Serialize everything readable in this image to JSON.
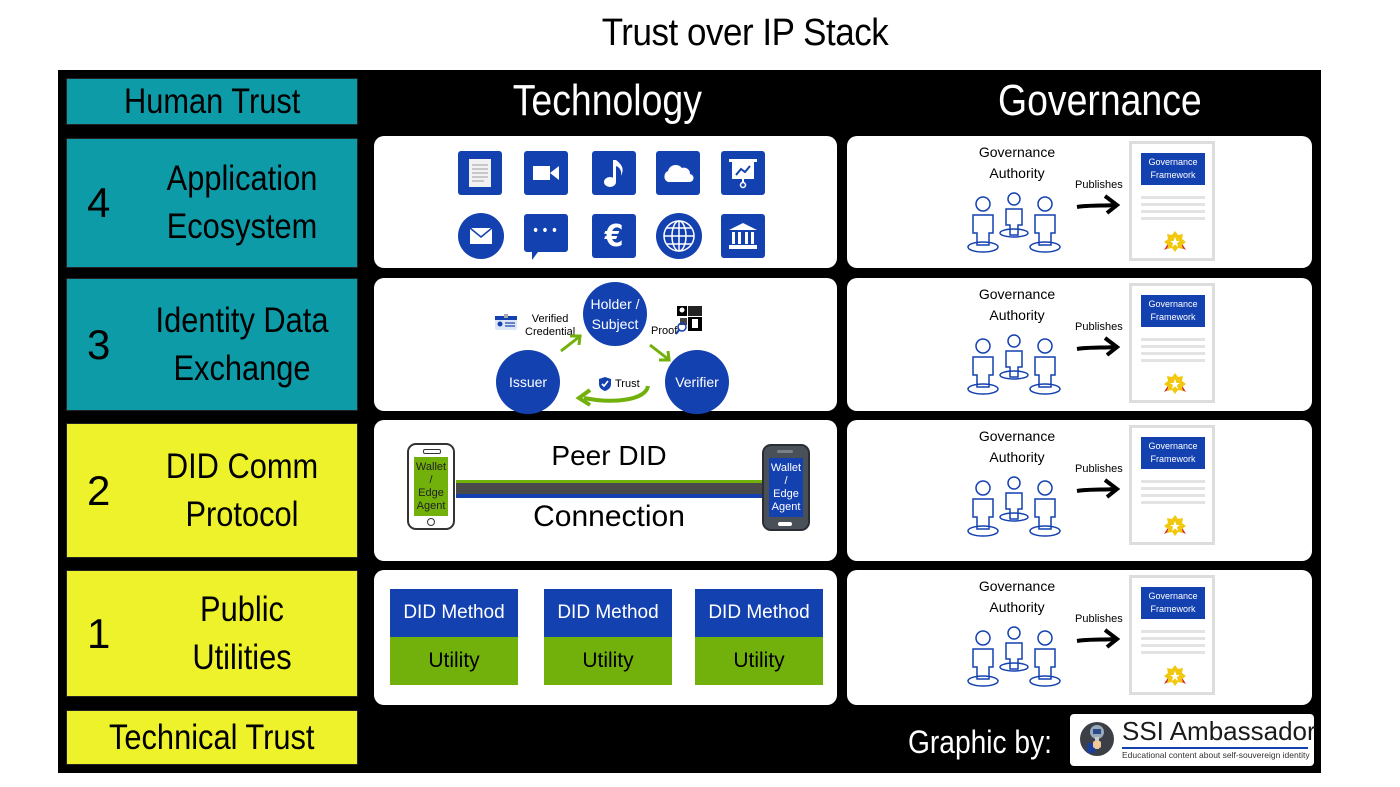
{
  "title": "Trust over IP Stack",
  "columns": {
    "technology": "Technology",
    "governance": "Governance"
  },
  "colors": {
    "human_layer": "#0e9ba8",
    "technical_layer": "#eef22a",
    "accent_blue": "#1441b0",
    "accent_green": "#72b00c"
  },
  "trust_labels": {
    "top": "Human Trust",
    "bottom": "Technical Trust"
  },
  "layers": [
    {
      "number": "4",
      "name_line1": "Application",
      "name_line2": "Ecosystem"
    },
    {
      "number": "3",
      "name_line1": "Identity Data",
      "name_line2": "Exchange"
    },
    {
      "number": "2",
      "name_line1": "DID Comm",
      "name_line2": "Protocol"
    },
    {
      "number": "1",
      "name_line1": "Public",
      "name_line2": "Utilities"
    }
  ],
  "application_icons": [
    "document-icon",
    "video-camera-icon",
    "music-note-icon",
    "cloud-icon",
    "presentation-chart-icon",
    "mail-icon",
    "chat-bubble-icon",
    "euro-icon",
    "globe-icon",
    "bank-icon"
  ],
  "identity_exchange": {
    "holder": "Holder / Subject",
    "issuer": "Issuer",
    "verifier": "Verifier",
    "credential_label_1": "Verified",
    "credential_label_2": "Credential",
    "proof_label": "Proof",
    "trust_label": "Trust"
  },
  "didcomm": {
    "line1": "Peer DID",
    "line2": "Connection",
    "wallet": [
      "Wallet",
      "/",
      "Edge",
      "Agent"
    ]
  },
  "utilities": [
    {
      "method": "DID Method",
      "utility": "Utility"
    },
    {
      "method": "DID Method",
      "utility": "Utility"
    },
    {
      "method": "DID Method",
      "utility": "Utility"
    }
  ],
  "governance": {
    "authority_line1": "Governance",
    "authority_line2": "Authority",
    "publishes": "Publishes",
    "framework_line1": "Governance",
    "framework_line2": "Framework"
  },
  "footer": {
    "label": "Graphic by:",
    "brand": "SSI Ambassador",
    "tagline": "Educational content about self-souvereign identity"
  }
}
